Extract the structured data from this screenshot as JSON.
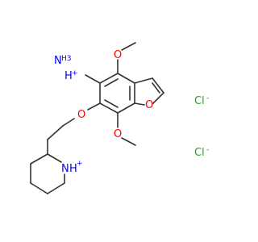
{
  "colors": {
    "bond": "#333333",
    "oxygen": "#ff0000",
    "nitrogen": "#0000ff",
    "chlorine": "#2a9d2a",
    "background": "#ffffff"
  },
  "structure": {
    "ammonium": {
      "symbol": "N",
      "hydrogens": "H3",
      "charge": "+"
    },
    "piperidinium": {
      "symbol": "N",
      "hydrogen": "H",
      "charge": "+"
    },
    "oxygen_atoms": [
      "O",
      "O",
      "O",
      "O"
    ],
    "counter_ions": [
      {
        "symbol": "Cl",
        "charge": "-"
      },
      {
        "symbol": "Cl",
        "charge": "-"
      }
    ]
  }
}
